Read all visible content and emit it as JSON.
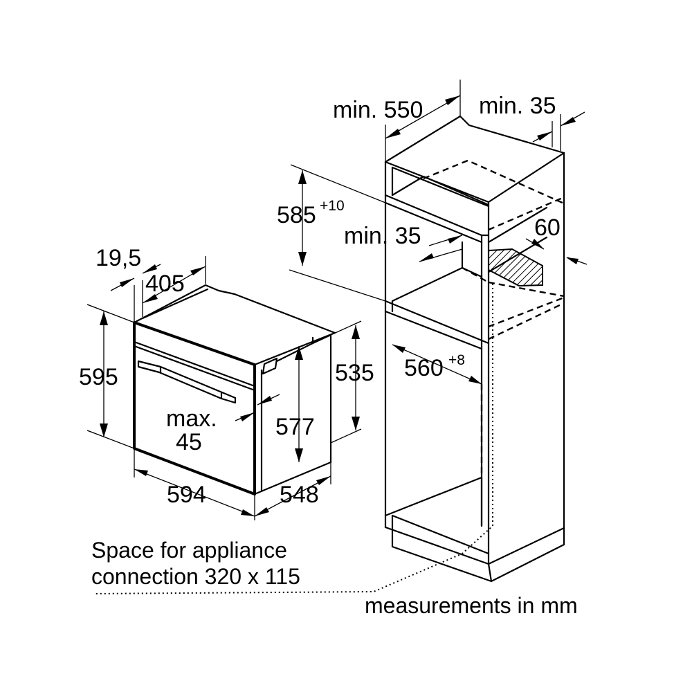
{
  "dimensions": {
    "cabinet_depth": "min. 550",
    "cabinet_rear_gap": "min. 35",
    "niche_height": "585",
    "niche_height_tol": "+10",
    "shelf_vent_gap": "min. 35",
    "rear_vent": "60",
    "niche_width": "560",
    "niche_width_tol": "+8",
    "front_panel_thickness": "19,5",
    "appliance_depth_top": "405",
    "appliance_height": "595",
    "appliance_body_height": "535",
    "door_gap_max_a": "max.",
    "door_gap_max_b": "45",
    "appliance_inner_height": "577",
    "appliance_width": "594",
    "appliance_depth": "548"
  },
  "notes": {
    "connection_line1": "Space for appliance",
    "connection_line2": "connection 320 x 115",
    "units": "measurements in mm"
  }
}
